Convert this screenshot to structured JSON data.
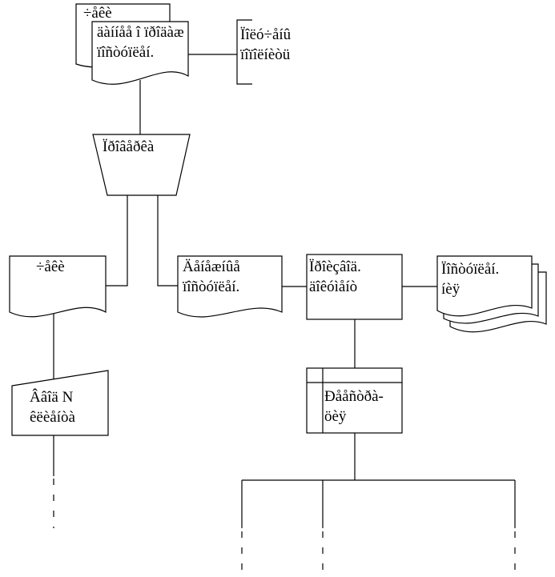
{
  "nodes": {
    "checks_doc": {
      "line1": "÷åêè"
    },
    "sale_data_doc": {
      "line1": "äàííåå î ïðîäàæ",
      "line2": "ïîñòóïëåí."
    },
    "buyer_annotation": {
      "line1": "Ïîëó÷åíû",
      "line2": "ïîïîëíèòü"
    },
    "check_process": {
      "line1": "Ïðîâåðêà"
    },
    "checks_doc_left": {
      "line1": "÷åêè"
    },
    "cash_doc": {
      "line1": "Äåíåæíûå",
      "line2": "ïîñòóïëåí."
    },
    "process_sales": {
      "line1": "Ïðîèçâîä.",
      "line2": "äîêóìåíò"
    },
    "deposit_doc": {
      "line1": "Ïîñòóïëåí.",
      "line2": "íèÿ"
    },
    "manual_input": {
      "line1": "Ââîä N",
      "line2": "êëèåíòà"
    },
    "register": {
      "line1": "Ðååñòðà-",
      "line2": "öèÿ"
    }
  }
}
